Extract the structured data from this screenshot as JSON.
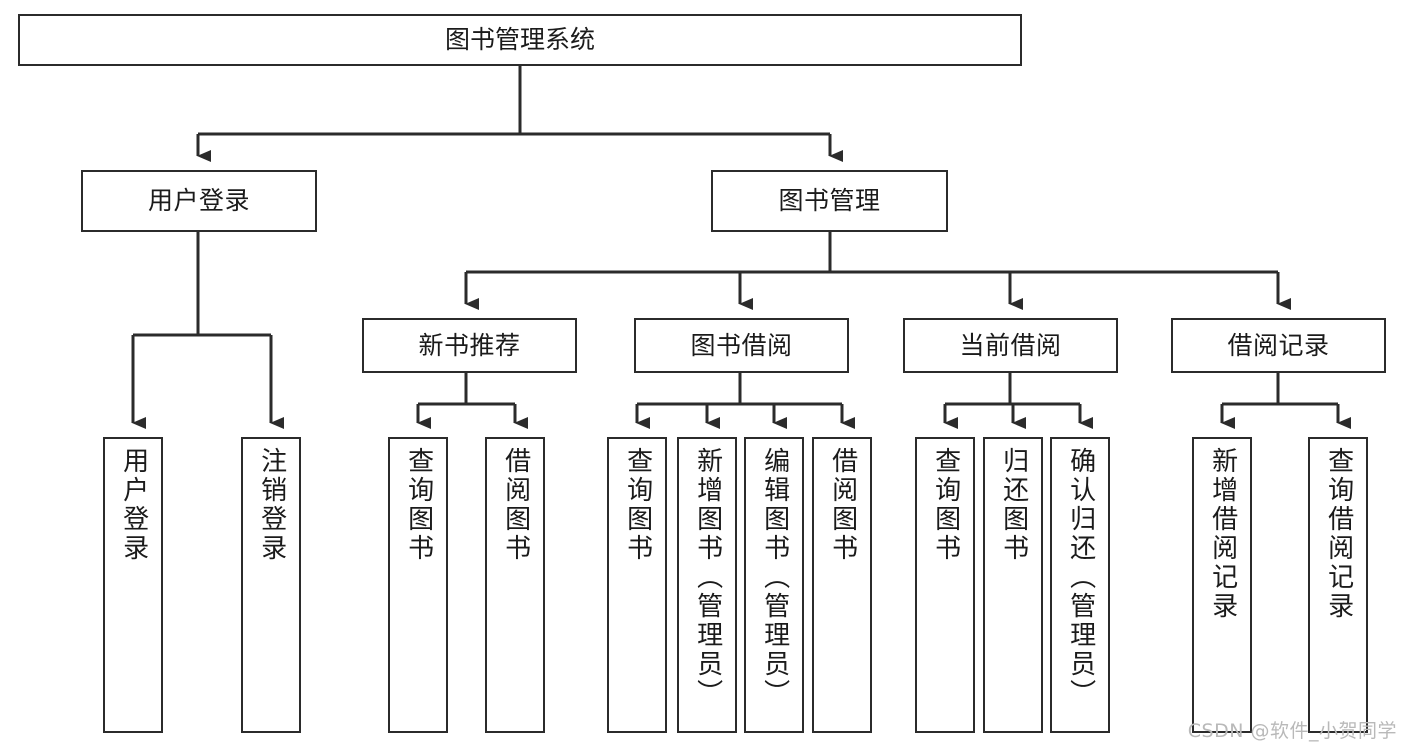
{
  "diagram": {
    "type": "tree-hierarchy-chart",
    "title": "图书管理系统",
    "background_color": "#ffffff",
    "line_color": "#2b2b2b",
    "text_color": "#1b1b1b",
    "levels": 4,
    "root": {
      "label": "图书管理系统",
      "orientation": "horizontal"
    },
    "level2": [
      {
        "label": "用户登录",
        "orientation": "horizontal"
      },
      {
        "label": "图书管理",
        "orientation": "horizontal"
      }
    ],
    "level3": [
      {
        "label": "新书推荐",
        "orientation": "horizontal"
      },
      {
        "label": "图书借阅",
        "orientation": "horizontal"
      },
      {
        "label": "当前借阅",
        "orientation": "horizontal"
      },
      {
        "label": "借阅记录",
        "orientation": "horizontal"
      }
    ],
    "leaves_user_login": [
      {
        "label": "用户登录",
        "orientation": "vertical"
      },
      {
        "label": "注销登录",
        "orientation": "vertical"
      }
    ],
    "leaves_new_book": [
      {
        "label": "查询图书",
        "orientation": "vertical"
      },
      {
        "label": "借阅图书",
        "orientation": "vertical"
      }
    ],
    "leaves_borrow": [
      {
        "label": "查询图书",
        "orientation": "vertical"
      },
      {
        "label": "新增图书（管理员）",
        "orientation": "vertical"
      },
      {
        "label": "编辑图书（管理员）",
        "orientation": "vertical"
      },
      {
        "label": "借阅图书",
        "orientation": "vertical"
      }
    ],
    "leaves_current": [
      {
        "label": "查询图书",
        "orientation": "vertical"
      },
      {
        "label": "归还图书",
        "orientation": "vertical"
      },
      {
        "label": "确认归还（管理员）",
        "orientation": "vertical"
      }
    ],
    "leaves_records": [
      {
        "label": "新增借阅记录",
        "orientation": "vertical"
      },
      {
        "label": "查询借阅记录",
        "orientation": "vertical"
      }
    ]
  },
  "watermark": {
    "text": "CSDN @软件_小贺同学"
  }
}
